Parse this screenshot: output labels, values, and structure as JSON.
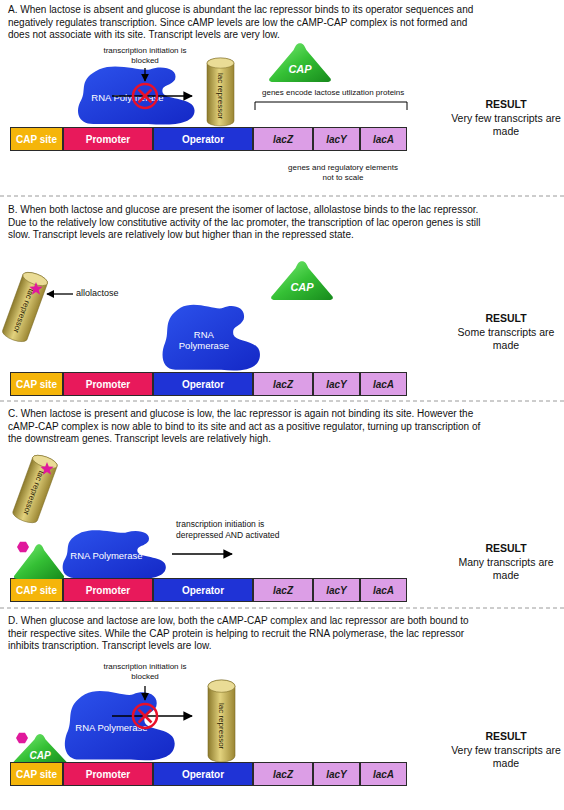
{
  "diagram": {
    "nodes": [
      {
        "text": [
          "RNA Polymerase"
        ]
      },
      {
        "text": [
          "lac repressor"
        ]
      },
      {
        "text": [
          "CAP"
        ]
      },
      {
        "text": [
          "CAP site"
        ]
      },
      {
        "text": [
          "Promoter"
        ]
      },
      {
        "text": [
          "Operator"
        ]
      },
      {
        "text": [
          "lacZ"
        ]
      },
      {
        "text": [
          "lacY"
        ]
      },
      {
        "text": [
          "lacA"
        ]
      },
      {
        "text": [
          "lac repressor"
        ]
      },
      {
        "text": [
          "CAP"
        ]
      },
      {
        "text": [
          "RNA Polymerase"
        ]
      },
      {
        "text": [
          "CAP site"
        ]
      },
      {
        "text": [
          "Promoter"
        ]
      },
      {
        "text": [
          "Operator"
        ]
      },
      {
        "text": [
          "lacZ"
        ]
      },
      {
        "text": [
          "lacY"
        ]
      },
      {
        "text": [
          "lacA"
        ]
      },
      {
        "text": [
          "lac repressor"
        ]
      },
      {
        "text": [
          "RNA Polymerase"
        ]
      },
      {
        "text": [
          "CAP site"
        ]
      },
      {
        "text": [
          "Promoter"
        ]
      },
      {
        "text": [
          "Operator"
        ]
      },
      {
        "text": [
          "lacZ"
        ]
      },
      {
        "text": [
          "lacY"
        ]
      },
      {
        "text": [
          "lacA"
        ]
      },
      {
        "text": [
          "RNA Polymerase"
        ]
      },
      {
        "text": [
          "CAP"
        ]
      },
      {
        "text": [
          "lac repressor"
        ]
      },
      {
        "text": [
          "CAP site"
        ]
      },
      {
        "text": [
          "Promoter"
        ]
      },
      {
        "text": [
          "Operator"
        ]
      },
      {
        "text": [
          "lacZ"
        ]
      },
      {
        "text": [
          "lacY"
        ]
      },
      {
        "text": [
          "lacA"
        ]
      }
    ],
    "labels": [
      "A. When lactose is absent and glucose is abundant the lac repressor binds to its operator sequences and negatively regulates transcription. Since cAMP levels are low the cAMP-CAP complex is not formed and does not associate with its site. Transcript levels are very low.",
      "transcription initiation is blocked",
      "genes encode lactose utlization proteins",
      "genes and regulatory elements not to scale",
      "RESULT",
      "Very few transcripts are made",
      "B. When both lactose and glucose are present the isomer of lactose, allolastose binds to the lac repressor. Due to the relatively low constitutive activity of the lac promoter, the transcription of lac operon genes is still slow. Transcript levels are relatively low but higher than in the repressed state.",
      "allolactose",
      "RESULT",
      "Some transcripts are made",
      "C. When lactose is present and glucose is low, the lac repressor is again not binding its site. However the cAMP-CAP complex is now able to bind to its site and act as a positive regulator, turning up transcription of the downstream genes. Transcript levels are relatively high.",
      "transcription initiation is derepressed AND activated",
      "RESULT",
      "Many transcripts are made",
      "D. When glucose and lactose are low, both the cAMP-CAP complex and lac repressor are both bound to their respective sites. While the CAP protein is helping to recruit the RNA polymerase, the lac repressor inhibits transcription. Transcript levels are low.",
      "transcription initiation is blocked",
      "RESULT",
      "Very few transcripts are made"
    ]
  }
}
